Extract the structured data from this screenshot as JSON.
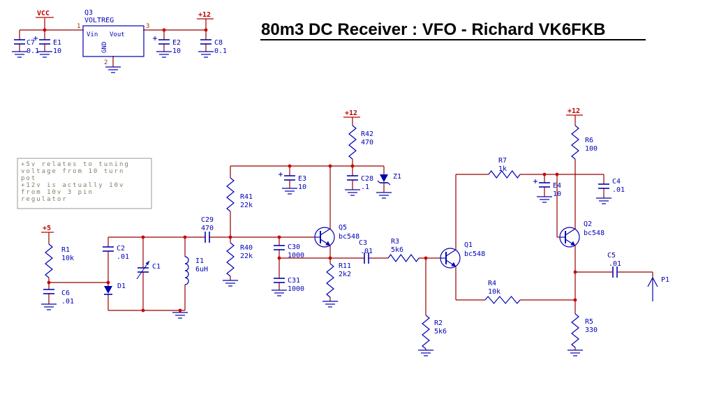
{
  "title": "80m3 DC Receiver : VFO  - Richard VK6FKB",
  "note_lines": [
    "+5v relates to tuning",
    "voltage from 10 turn",
    "pot",
    "+12v is actually 10v",
    "from 10v 3 pin",
    "regulator"
  ],
  "power": {
    "vcc": "VCC",
    "v12_top_left": "+12",
    "v12_vfo": "+12",
    "v12_amp": "+12",
    "v5": "+5"
  },
  "regulator": {
    "ref": "Q3",
    "name": "VOLTREG",
    "vin": "Vin",
    "vout": "Vout",
    "gnd": "GND",
    "pin1": "1",
    "pin2": "2",
    "pin3": "3"
  },
  "components": {
    "c7": {
      "ref": "C7",
      "value": "0.1"
    },
    "e1": {
      "ref": "E1",
      "value": "10"
    },
    "e2": {
      "ref": "E2",
      "value": "10"
    },
    "c8": {
      "ref": "C8",
      "value": "0.1"
    },
    "r42": {
      "ref": "R42",
      "value": "470"
    },
    "e3": {
      "ref": "E3",
      "value": "10"
    },
    "c28": {
      "ref": "C28",
      "value": ".1"
    },
    "z1": {
      "ref": "Z1",
      "value": ""
    },
    "r41": {
      "ref": "R41",
      "value": "22k"
    },
    "c29": {
      "ref": "C29",
      "value": "470"
    },
    "r40": {
      "ref": "R40",
      "value": "22k"
    },
    "c30": {
      "ref": "C30",
      "value": "1000"
    },
    "c31": {
      "ref": "C31",
      "value": "1000"
    },
    "r11": {
      "ref": "R11",
      "value": "2k2"
    },
    "q5": {
      "ref": "Q5",
      "value": "bc548"
    },
    "c3": {
      "ref": "C3",
      "value": ".01"
    },
    "r3": {
      "ref": "R3",
      "value": "5k6"
    },
    "q1": {
      "ref": "Q1",
      "value": "bc548"
    },
    "r7": {
      "ref": "R7",
      "value": "1k"
    },
    "e4": {
      "ref": "E4",
      "value": "10"
    },
    "c4": {
      "ref": "C4",
      "value": ".01"
    },
    "r6": {
      "ref": "R6",
      "value": "100"
    },
    "q2": {
      "ref": "Q2",
      "value": "bc548"
    },
    "c5": {
      "ref": "C5",
      "value": ".01"
    },
    "p1": {
      "ref": "P1",
      "value": ""
    },
    "r4": {
      "ref": "R4",
      "value": "10k"
    },
    "r2": {
      "ref": "R2",
      "value": "5k6"
    },
    "r5": {
      "ref": "R5",
      "value": "330"
    },
    "r1": {
      "ref": "R1",
      "value": "10k"
    },
    "c2": {
      "ref": "C2",
      "value": ".01"
    },
    "c6": {
      "ref": "C6",
      "value": ".01"
    },
    "d1": {
      "ref": "D1",
      "value": ""
    },
    "c1": {
      "ref": "C1",
      "value": ""
    },
    "i1": {
      "ref": "I1",
      "value": "6uH"
    }
  },
  "colors": {
    "wire": "#990000",
    "symbol": "#0000b4",
    "junction": "#cc0000",
    "power_text": "#bb0000",
    "note_text": "#82826a",
    "title_text": "#000000"
  }
}
